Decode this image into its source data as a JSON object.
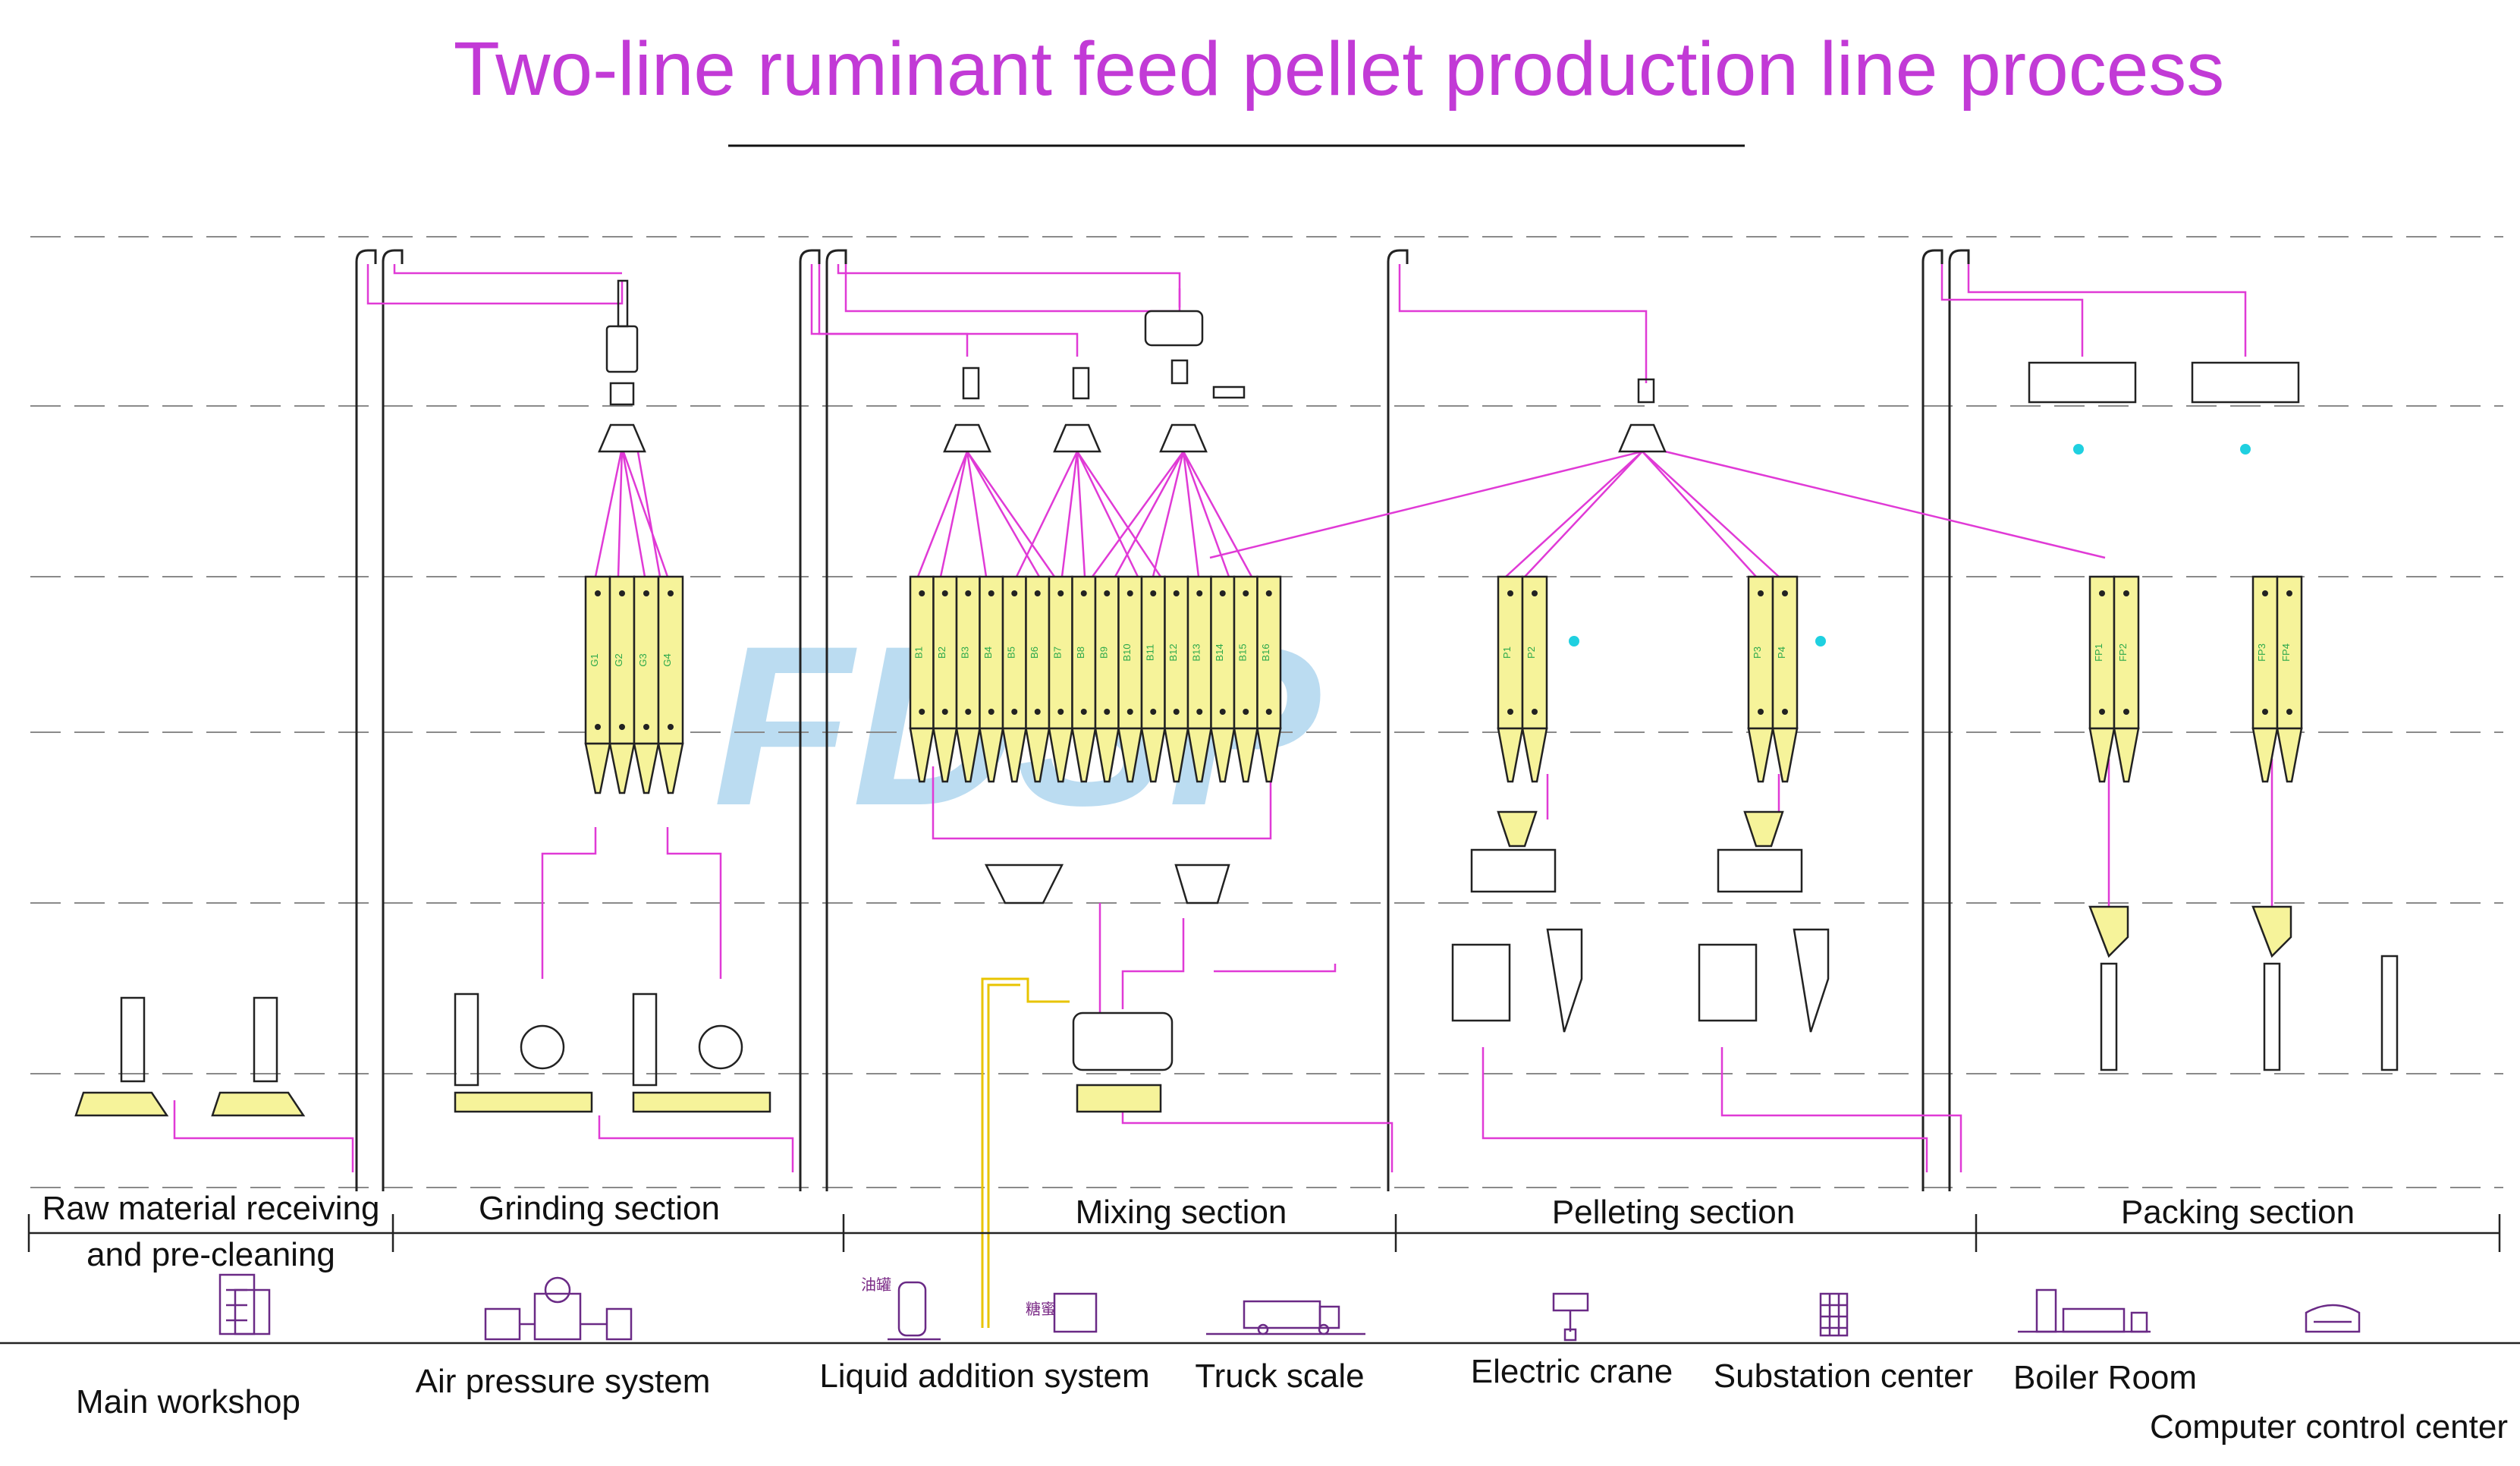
{
  "title": "Two-line ruminant feed pellet production line process",
  "watermark": "FDSP",
  "colors": {
    "title": "#c23ad6",
    "pipe": "#e03ad6",
    "silo_fill": "#f6f39a",
    "equipment": "#222222",
    "liquid_pipe": "#e8c400",
    "cyan": "#1fd0e0",
    "watermark": "#8fc5e8"
  },
  "sections": [
    {
      "name": "raw-material",
      "label_lines": [
        "Raw material receiving",
        "and pre-cleaning"
      ]
    },
    {
      "name": "grinding",
      "label_lines": [
        "Grinding section"
      ]
    },
    {
      "name": "mixing",
      "label_lines": [
        "Mixing section"
      ]
    },
    {
      "name": "pelleting",
      "label_lines": [
        "Pelleting section"
      ]
    },
    {
      "name": "packing",
      "label_lines": [
        "Packing section"
      ]
    }
  ],
  "grinding_bins": [
    "G1",
    "G2",
    "G3",
    "G4"
  ],
  "batching_bins": [
    "B1",
    "B2",
    "B3",
    "B4",
    "B5",
    "B6",
    "B7",
    "B8",
    "B9",
    "B10",
    "B11",
    "B12",
    "B13",
    "B14",
    "B15",
    "B16"
  ],
  "pellet_bins_line1": [
    "P1",
    "P2"
  ],
  "pellet_bins_line2": [
    "P3",
    "P4"
  ],
  "finished_bins_line1": [
    "FP1",
    "FP2"
  ],
  "finished_bins_line2": [
    "FP3",
    "FP4"
  ],
  "liquid_labels": {
    "oil": "油罐",
    "molasses": "糖蜜"
  },
  "facilities": [
    {
      "name": "main-workshop",
      "icon": "building-icon",
      "label": "Main workshop"
    },
    {
      "name": "air-pressure-system",
      "icon": "compressor-icon",
      "label": "Air pressure system"
    },
    {
      "name": "liquid-addition-system",
      "icon": "liquid-tank-icon",
      "label": "Liquid addition system"
    },
    {
      "name": "truck-scale",
      "icon": "truck-icon",
      "label": "Truck scale"
    },
    {
      "name": "electric-crane",
      "icon": "crane-icon",
      "label": "Electric crane"
    },
    {
      "name": "substation-center",
      "icon": "substation-icon",
      "label": "Substation center"
    },
    {
      "name": "boiler-room",
      "icon": "boiler-icon",
      "label": "Boiler Room"
    },
    {
      "name": "computer-control-center",
      "icon": "control-desk-icon",
      "label": "Computer control center"
    }
  ]
}
